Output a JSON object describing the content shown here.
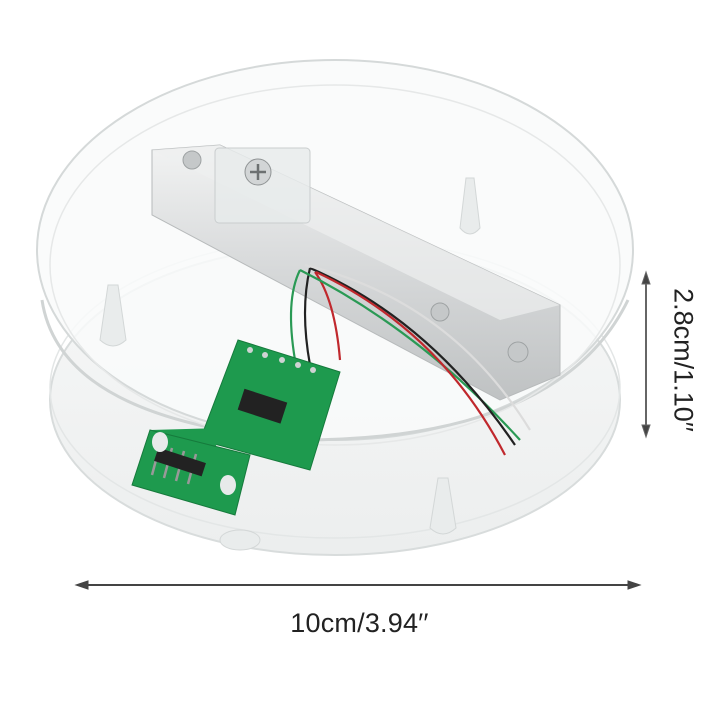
{
  "product": {
    "description": "Load cell scale kit with acrylic discs, aluminum load cell bar and green HX711 amplifier board"
  },
  "dimensions": {
    "width_label": "10cm/3.94′′",
    "height_label": "2.8cm/1.10′′"
  },
  "colors": {
    "background": "#ffffff",
    "acrylic_edge": "#d8dcdc",
    "aluminum": "#d9dadb",
    "pcb_green": "#1e9a4e",
    "wire_red": "#c0282d",
    "wire_green": "#2a9a55",
    "wire_black": "#222222",
    "arrow": "#444444"
  }
}
